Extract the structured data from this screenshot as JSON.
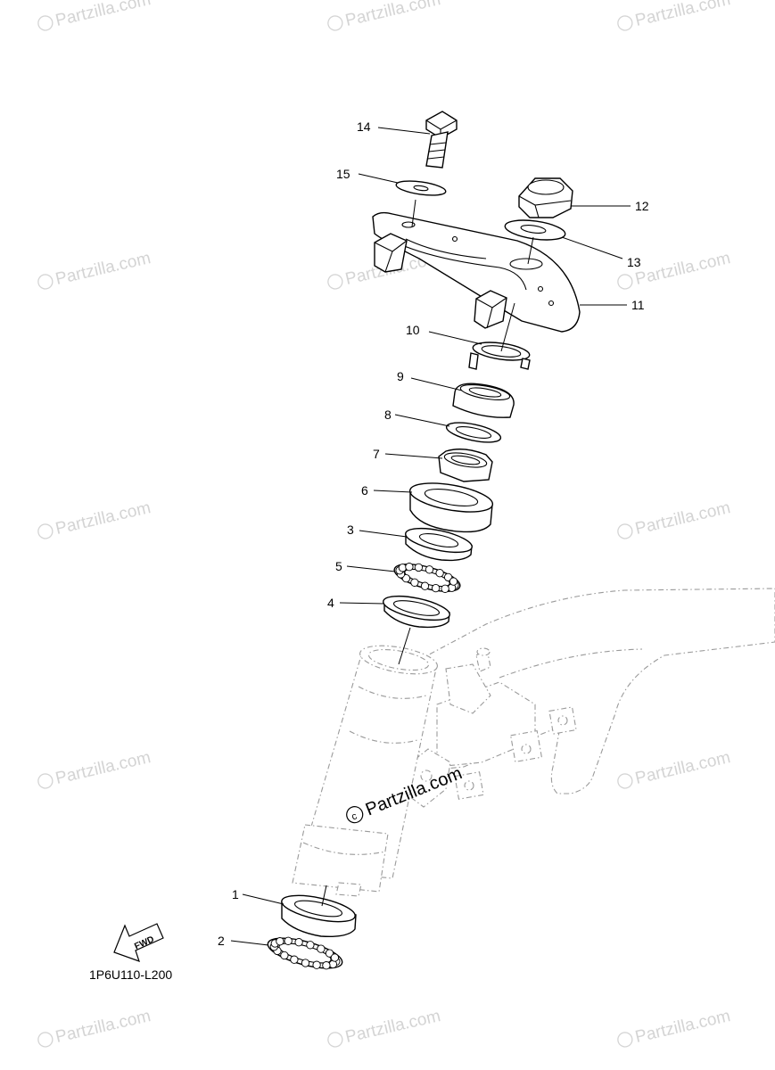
{
  "watermark": {
    "text": "Partzilla.com",
    "symbol": "©",
    "center_text": "Partzilla.com"
  },
  "diagram_code": "1P6U110-L200",
  "fwd_label": "FWD",
  "callouts": [
    "14",
    "15",
    "12",
    "13",
    "11",
    "10",
    "9",
    "8",
    "7",
    "6",
    "3",
    "5",
    "4",
    "1",
    "2"
  ]
}
